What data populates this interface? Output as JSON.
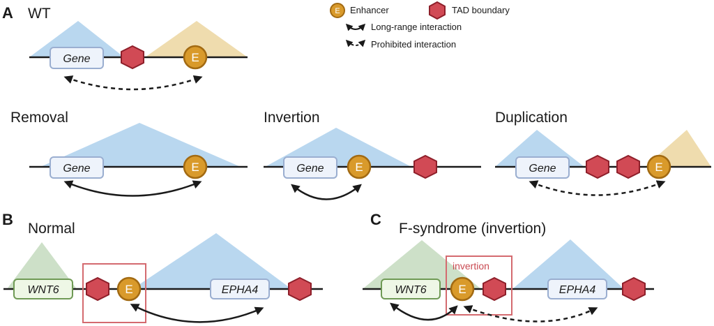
{
  "panels": {
    "a": {
      "letter": "A",
      "title": "WT"
    },
    "b": {
      "letter": "B",
      "title": "Normal"
    },
    "c": {
      "letter": "C",
      "title": "F-syndrome (invertion)"
    }
  },
  "sub_titles": {
    "removal": "Removal",
    "invertion": "Invertion",
    "duplication": "Duplication"
  },
  "legend": {
    "enhancer": "Enhancer",
    "tad_boundary": "TAD boundary",
    "long_range": "Long-range interaction",
    "prohibited": "Prohibited interaction"
  },
  "labels": {
    "gene": "Gene",
    "enhancer_letter": "E",
    "wnt6": "WNT6",
    "epha4": "EPHA4",
    "invertion_box": "invertion"
  },
  "colors": {
    "tad_blue": "#b9d7ef",
    "tad_tan": "#efdcae",
    "tad_green": "#cde0c8",
    "enhancer_fill": "#d99a2b",
    "enhancer_stroke": "#a26a12",
    "boundary_fill": "#d14a55",
    "boundary_stroke": "#8e1f2a",
    "gene_fill": "#eef3fb",
    "gene_stroke": "#9aaed0",
    "wnt6_fill": "#eef7e6",
    "wnt6_stroke": "#6f9a55",
    "highlight_box": "#d46a6f",
    "line": "#1a1a1a"
  }
}
